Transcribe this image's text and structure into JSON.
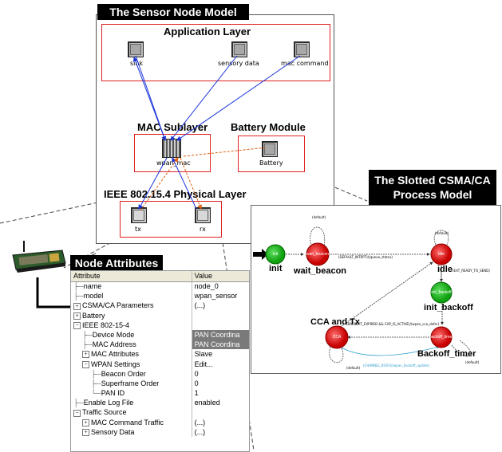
{
  "sensor_node_model": {
    "title": "The Sensor Node Model",
    "application_layer": "Application Layer",
    "mac_sublayer": "MAC Sublayer",
    "battery_module": "Battery Module",
    "physical_layer": "IEEE 802.15.4 Physical Layer",
    "nodes": {
      "sink": "sink",
      "sensory_data": "sensory data",
      "mac_command": "mac command",
      "wpan_mac": "wpan_mac",
      "battery": "Battery",
      "tx": "tx",
      "rx": "rx"
    }
  },
  "process_model": {
    "title_line1": "The Slotted CSMA/CA",
    "title_line2": "Process Model",
    "states": {
      "init": "init",
      "wait_beacon": "wait_beacon",
      "idle": "idle",
      "init_backoff": "init_backoff",
      "cca_tx": "CCA and Tx",
      "backoff_timer": "Backoff_timer"
    },
    "inner": {
      "init": "init",
      "wait_beacon": "wait_beacon",
      "idle": "idle",
      "init_backoff": "init_backoff",
      "cca": "CCA",
      "backoff_timer": "backoff_timer"
    },
    "transitions": {
      "default1": "(default)",
      "default2": "(default)",
      "default3": "(default)",
      "default4": "(default)",
      "beacon": "(DEFAULT_INTRPT)/(queue_status)",
      "ready": "(EXT_READY_TO_SEND)",
      "expired": "(BACKOFF_EXPIRED && CAP_IS_ACTIVE)/(wpan_cca_defer)",
      "busy": "(CHANNEL_BUSY)/(wpan_backoff_update)"
    },
    "arrow_colors": {
      "blue": "#1a33d9",
      "orange": "#e06010",
      "red": "#e02020",
      "cyan": "#30a0d0"
    }
  },
  "node_attributes": {
    "title": "Node Attributes",
    "headers": {
      "attribute": "Attribute",
      "value": "Value"
    },
    "rows": [
      {
        "label": "name",
        "value": "node_0",
        "indent": 0,
        "toggle": "",
        "tree": "├"
      },
      {
        "label": "model",
        "value": "wpan_sensor",
        "indent": 0,
        "toggle": "",
        "tree": "├"
      },
      {
        "label": "CSMA/CA Parameters",
        "value": "(...)",
        "indent": 0,
        "toggle": "+",
        "tree": ""
      },
      {
        "label": "Battery",
        "value": "",
        "indent": 0,
        "toggle": "+",
        "tree": ""
      },
      {
        "label": "IEEE 802-15-4",
        "value": "",
        "indent": 0,
        "toggle": "−",
        "tree": ""
      },
      {
        "label": "Device Mode",
        "value": "PAN Coordina",
        "indent": 1,
        "toggle": "",
        "tree": "├",
        "highlight": true
      },
      {
        "label": "MAC Address",
        "value": "PAN Coordina",
        "indent": 1,
        "toggle": "",
        "tree": "├",
        "highlight": true
      },
      {
        "label": "MAC Attributes",
        "value": "Slave",
        "indent": 1,
        "toggle": "+",
        "tree": ""
      },
      {
        "label": "WPAN Settings",
        "value": "Edit...",
        "indent": 1,
        "toggle": "−",
        "tree": ""
      },
      {
        "label": "Beacon Order",
        "value": "0",
        "indent": 2,
        "toggle": "",
        "tree": "├"
      },
      {
        "label": "Superframe Order",
        "value": "0",
        "indent": 2,
        "toggle": "",
        "tree": "├"
      },
      {
        "label": "PAN ID",
        "value": "1",
        "indent": 2,
        "toggle": "",
        "tree": "└"
      },
      {
        "label": "Enable Log File",
        "value": "enabled",
        "indent": 0,
        "toggle": "",
        "tree": "├"
      },
      {
        "label": "Traffic Source",
        "value": "",
        "indent": 0,
        "toggle": "−",
        "tree": ""
      },
      {
        "label": "MAC Command Traffic",
        "value": "(...)",
        "indent": 1,
        "toggle": "+",
        "tree": ""
      },
      {
        "label": "Sensory Data",
        "value": "(...)",
        "indent": 1,
        "toggle": "+",
        "tree": ""
      }
    ]
  }
}
